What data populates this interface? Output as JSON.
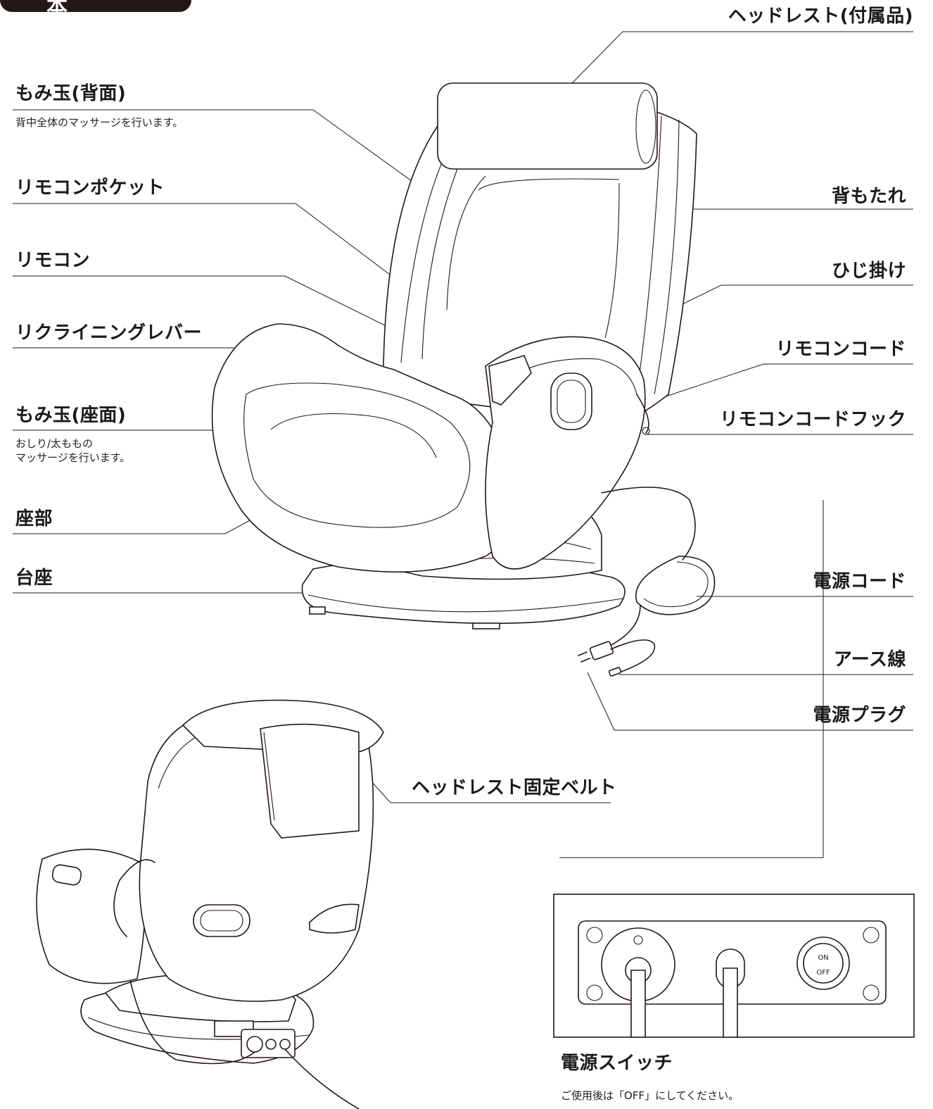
{
  "section_title": "本体",
  "labels": {
    "headrest": "ヘッドレスト(付属品)",
    "back_rollers": "もみ玉(背面)",
    "back_rollers_desc": "背中全体のマッサージを行います。",
    "remote_pocket": "リモコンポケット",
    "remote": "リモコン",
    "recline_lever": "リクライニングレバー",
    "seat_rollers": "もみ玉(座面)",
    "seat_rollers_desc": "おしり/太ももの\nマッサージを行います。",
    "seat": "座部",
    "base": "台座",
    "backrest": "背もたれ",
    "armrest": "ひじ掛け",
    "remote_cord": "リモコンコード",
    "remote_cord_hook": "リモコンコードフック",
    "power_cord": "電源コード",
    "ground_wire": "アース線",
    "power_plug": "電源プラグ",
    "headrest_belt": "ヘッドレスト固定ベルト",
    "power_switch": "電源スイッチ",
    "power_switch_desc": "ご使用後は「OFF」にしてください。"
  },
  "switch_panel": {
    "on_label": "ON",
    "off_label": "OFF"
  }
}
